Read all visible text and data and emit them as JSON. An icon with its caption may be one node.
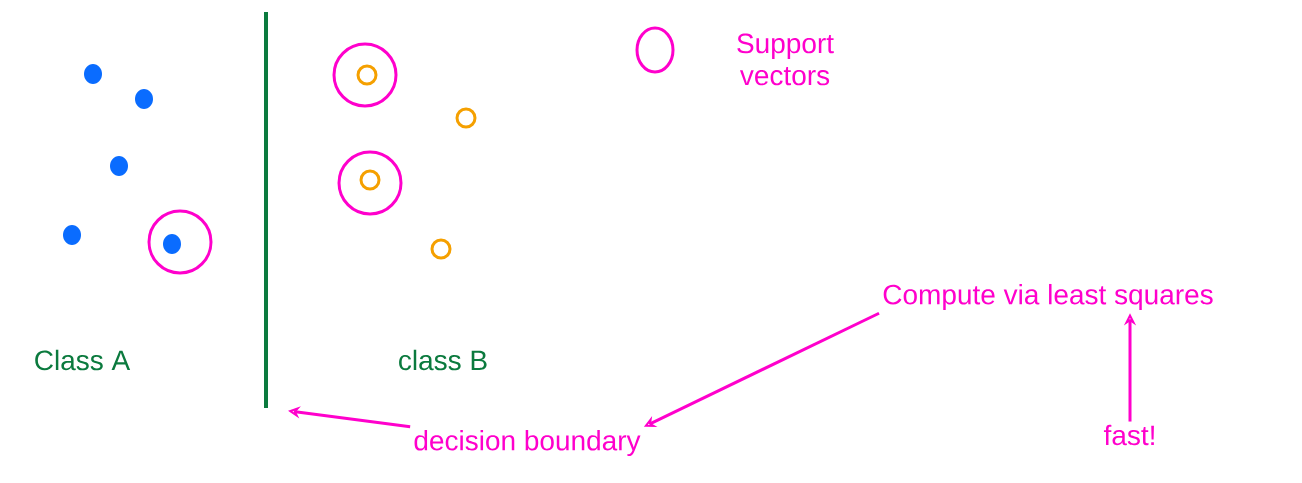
{
  "diagram": {
    "nodes": [
      {
        "text": [
          "decision boundary"
        ]
      },
      {
        "text": [],
        "shape": "bar"
      },
      {
        "text": [
          "Compute via least squares"
        ]
      },
      {
        "text": [
          "fast!"
        ]
      }
    ],
    "edges": [
      {
        "from": 0,
        "to": 1,
        "arrow": "to"
      },
      {
        "from": 2,
        "to": 0,
        "arrow": "to"
      },
      {
        "from": 3,
        "to": 2,
        "arrow": "to"
      }
    ],
    "labels": [
      "Class A",
      "class B"
    ],
    "legend": [
      {
        "text": "Support vectors"
      }
    ]
  }
}
